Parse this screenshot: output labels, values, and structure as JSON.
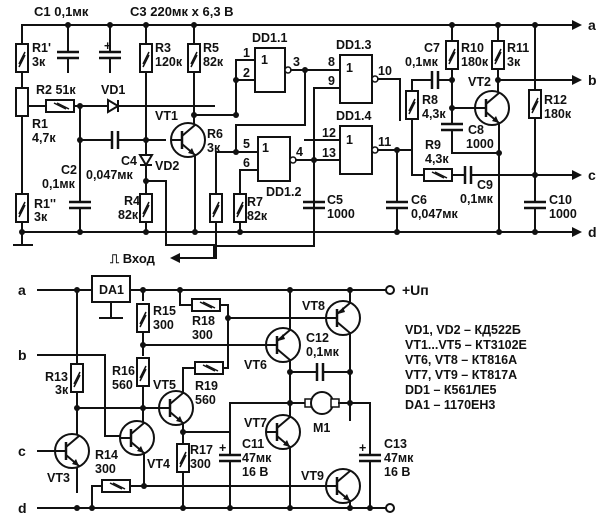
{
  "title_row": {
    "c1": "C1  0,1мк",
    "c3": "C3  220мк x 6,3 В"
  },
  "terminals": {
    "a_top": "a",
    "b_top": "b",
    "c_top": "c",
    "d_top": "d",
    "a_bot": "a",
    "b_bot": "b",
    "c_bot": "c",
    "d_bot": "d",
    "supply": "+Uп"
  },
  "input_label": "⎍ Вход",
  "components_top": {
    "r1p_name": "R1'",
    "r1p_val": "3к",
    "r1_name": "R1",
    "r1_val": "4,7к",
    "r1pp_name": "R1''",
    "r1pp_val": "3к",
    "r2": "R2  51к",
    "vd1": "VD1",
    "r3_name": "R3",
    "r3_val": "120к",
    "r5_name": "R5",
    "r5_val": "82к",
    "vt1": "VT1",
    "r6_name": "R6",
    "r6_val": "3к",
    "c2_name": "C2",
    "c2_val": "0,1мк",
    "c4_name": "C4",
    "c4_val": "0,047мк",
    "vd2": "VD2",
    "r4_name": "R4",
    "r4_val": "82к",
    "dd11": "DD1.1",
    "dd12": "DD1.2",
    "dd13": "DD1.3",
    "dd14": "DD1.4",
    "gate_sym": "1",
    "pins": [
      "1",
      "2",
      "3",
      "5",
      "6",
      "4",
      "8",
      "9",
      "10",
      "12",
      "13",
      "11"
    ],
    "r7_name": "R7",
    "r7_val": "82к",
    "c5_name": "C5",
    "c5_val": "1000",
    "c6_name": "C6",
    "c6_val": "0,047мк",
    "c7_name": "C7",
    "c7_val": "0,1мк",
    "r8_name": "R8",
    "r8_val": "4,3к",
    "r9_name": "R9",
    "r9_val": "4,3к",
    "r10_name": "R10",
    "r10_val": "180к",
    "r11_name": "R11",
    "r11_val": "3к",
    "vt2": "VT2",
    "c8_name": "C8",
    "c8_val": "1000",
    "c9_name": "C9",
    "c9_val": "0,1мк",
    "r12_name": "R12",
    "r12_val": "180к",
    "c10_name": "C10",
    "c10_val": "1000"
  },
  "components_bottom": {
    "da1": "DA1",
    "r15_name": "R15",
    "r15_val": "300",
    "r18_name": "R18",
    "r18_val": "300",
    "r13_name": "R13",
    "r13_val": "3к",
    "r16_name": "R16",
    "r16_val": "560",
    "vt5": "VT5",
    "r19_name": "R19",
    "r19_val": "560",
    "vt6": "VT6",
    "vt8": "VT8",
    "c12_name": "C12",
    "c12_val": "0,1мк",
    "m1": "M1",
    "vt3": "VT3",
    "vt4": "VT4",
    "r14_name": "R14",
    "r14_val": "300",
    "r17_name": "R17",
    "r17_val": "300",
    "vt7": "VT7",
    "c11_name": "C11",
    "c11_val": "47мк",
    "c11_v": "16 В",
    "vt9": "VT9",
    "c13_name": "C13",
    "c13_val": "47мк",
    "c13_v": "16 В",
    "plus": "+"
  },
  "parts_list": [
    "VD1, VD2 – КД522Б",
    "VT1...VT5 – КТ3102Е",
    "VT6, VT8 – КТ816А",
    "VT7, VT9 – КТ817А",
    "DD1 – К561ЛЕ5",
    "DA1 – 1170ЕН3"
  ]
}
